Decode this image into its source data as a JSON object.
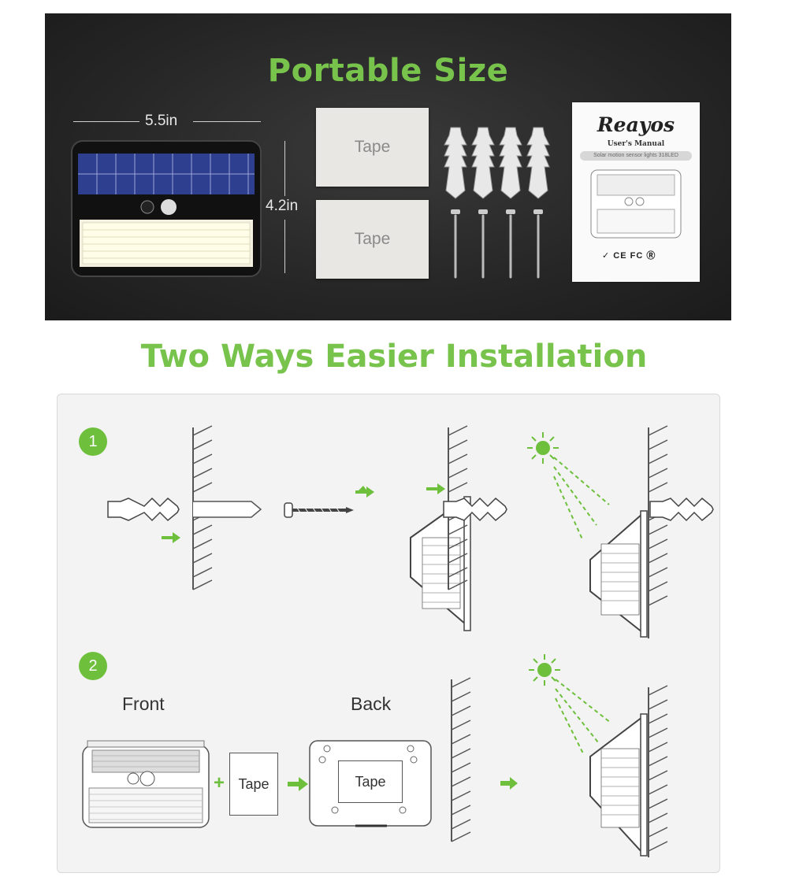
{
  "portable": {
    "title": "Portable Size",
    "width_label": "5.5in",
    "height_label": "4.2in",
    "tape_labels": [
      "Tape",
      "Tape"
    ],
    "manual": {
      "brand": "Reayos",
      "subtitle": "User's Manual",
      "line": "Solar motion sensor lights 318LED",
      "marks": "✓ CE FC Ⓡ"
    }
  },
  "installation": {
    "title": "Two Ways Easier Installation",
    "steps": [
      {
        "badge": "1"
      },
      {
        "badge": "2",
        "front_label": "Front",
        "back_label": "Back",
        "tape_label": "Tape",
        "back_tape_label": "Tape",
        "plus": "+"
      }
    ]
  },
  "colors": {
    "accent_green": "#77c34b",
    "dark_panel": "#262626",
    "install_bg": "#f3f3f3"
  }
}
